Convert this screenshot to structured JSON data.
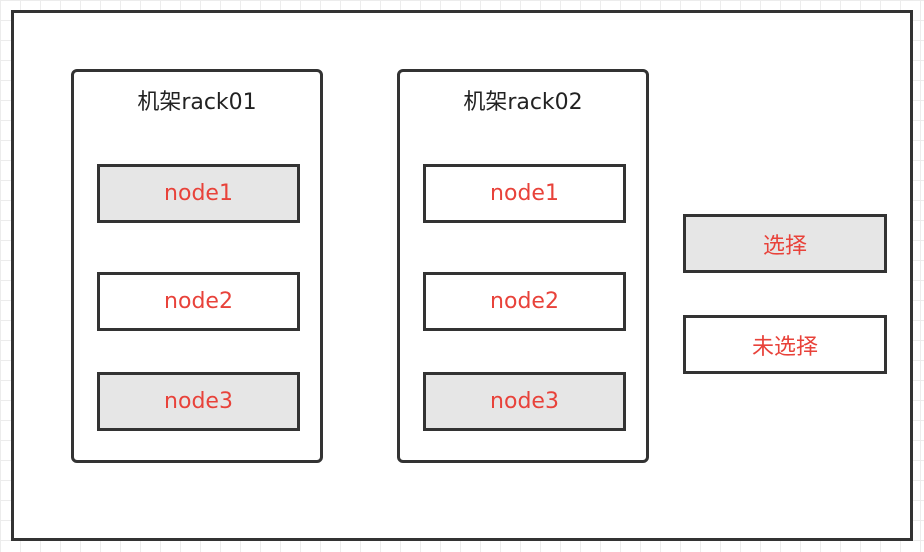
{
  "racks": [
    {
      "title": "机架rack01",
      "nodes": [
        {
          "label": "node1",
          "selected": true
        },
        {
          "label": "node2",
          "selected": false
        },
        {
          "label": "node3",
          "selected": true
        }
      ]
    },
    {
      "title": "机架rack02",
      "nodes": [
        {
          "label": "node1",
          "selected": false
        },
        {
          "label": "node2",
          "selected": false
        },
        {
          "label": "node3",
          "selected": true
        }
      ]
    }
  ],
  "legend": {
    "selected_label": "选择",
    "unselected_label": "未选择"
  },
  "colors": {
    "node_text": "#e8423a",
    "selected_fill": "#e6e6e6",
    "unselected_fill": "#ffffff",
    "border": "#333333"
  }
}
